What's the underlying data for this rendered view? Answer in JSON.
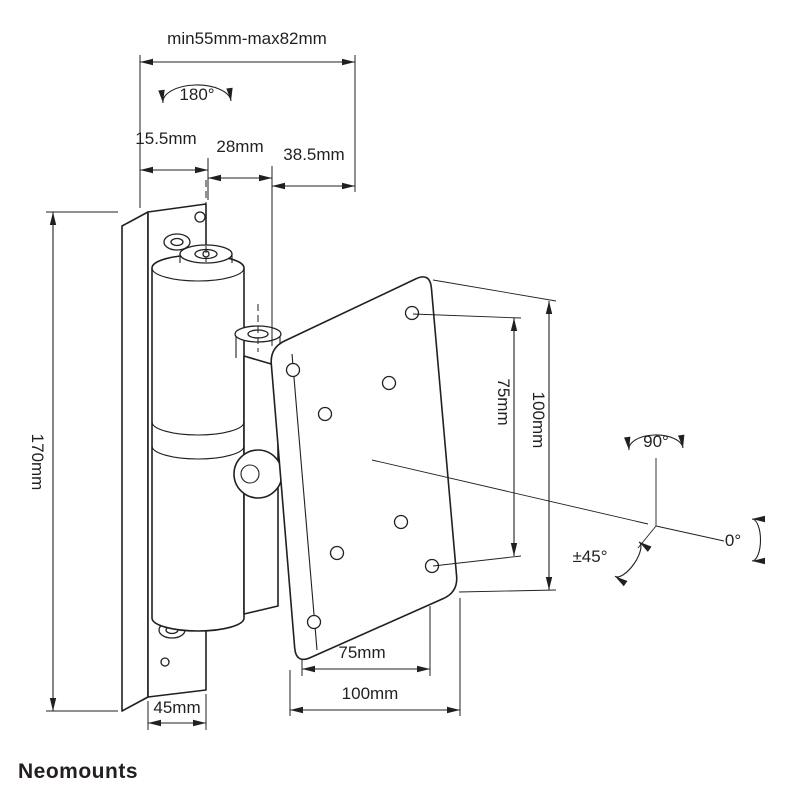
{
  "brand": {
    "name": "Neomounts"
  },
  "labels": {
    "span_top": "min55mm-max82mm",
    "rotate_180": "180°",
    "depth_1": "15.5mm",
    "depth_2": "28mm",
    "depth_3": "38.5mm",
    "height_left": "170mm",
    "vesa_v_100": "100mm",
    "vesa_v_75": "75mm",
    "rotate_90": "90°",
    "rotate_0": "0°",
    "tilt_45": "±45°",
    "width_wall": "45mm",
    "vesa_h_75": "75mm",
    "vesa_h_100": "100mm"
  },
  "colors": {
    "line": "#231f20",
    "brand": "#9aa0a3",
    "background": "#ffffff"
  }
}
